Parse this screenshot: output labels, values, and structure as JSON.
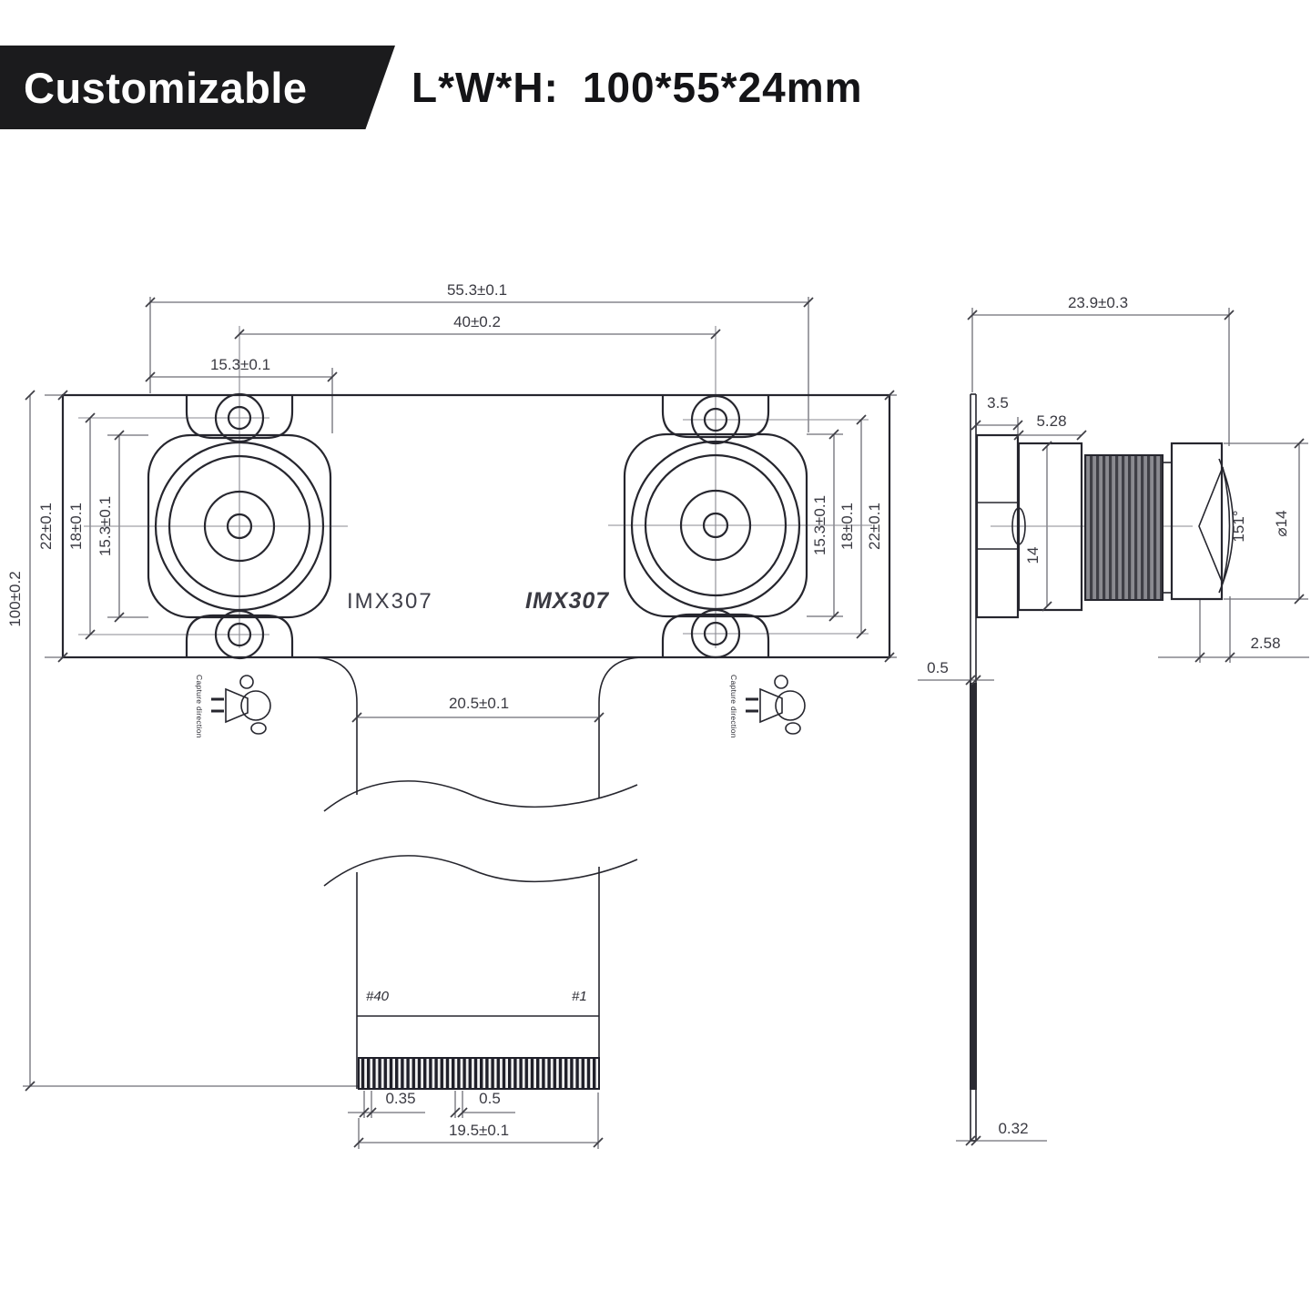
{
  "header": {
    "brand": "Customizable",
    "size_label": "L*W*H:",
    "size_value": "100*55*24mm"
  },
  "colors": {
    "accent_cyan": "#2ec3e6",
    "banner_bg": "#1b1b1d",
    "banner_text": "#ffffff",
    "line_dark": "#26262e",
    "line_dim": "#6e6e76"
  },
  "front_view": {
    "dim_outer_width": "55.3±0.1",
    "dim_lens_spacing": "40±0.2",
    "dim_holder": "15.3±0.1",
    "dim_board_height": "22±0.1",
    "dim_hole_spacing": "18±0.1",
    "dim_board_length": "100±0.2",
    "dim_stem_width": "20.5±0.1",
    "dim_finger_pitch_a": "0.35",
    "dim_finger_pitch_b": "0.5",
    "dim_connector_width": "19.5±0.1",
    "pin_left": "#40",
    "pin_right": "#1",
    "chip_left": "IMX307",
    "chip_right": "IMX307",
    "capture_direction": "Capture direction"
  },
  "side_view": {
    "dim_total_height": "23.9±0.3",
    "dim_base": "3.5",
    "dim_mount": "5.28",
    "dim_holder_height": "14",
    "fov_angle": "151°",
    "lens_diameter": "⌀14",
    "dim_front_vertex": "2.58",
    "dim_pcb_thickness": "0.5",
    "dim_flex_thickness": "0.32"
  }
}
